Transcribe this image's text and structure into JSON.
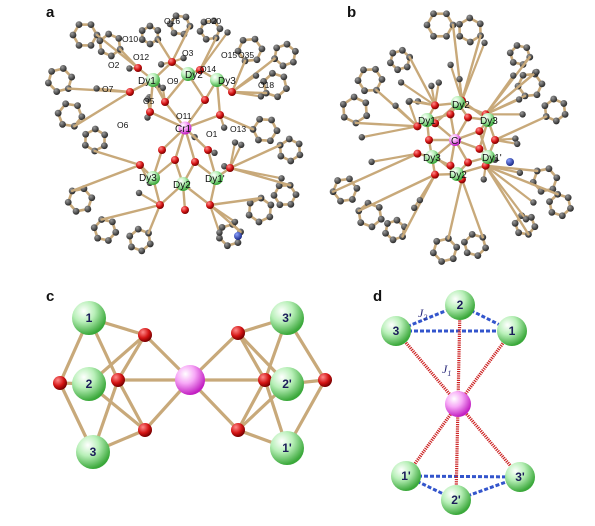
{
  "panels": {
    "a": {
      "label": "a",
      "atoms": [
        "O16",
        "O20",
        "O10",
        "O3",
        "O15",
        "O35",
        "O12",
        "O14",
        "O2",
        "Dy1",
        "O9",
        "Dy2",
        "Dy3",
        "O18",
        "O7",
        "O5",
        "O11",
        "O13",
        "O6",
        "Cr1",
        "O1",
        "Dy3",
        "Dy2",
        "Dy1'"
      ]
    },
    "b": {
      "label": "b",
      "atoms": [
        "Dy2",
        "Dy1",
        "Dy3",
        "Cr",
        "Dy3",
        "Dy1'",
        "Dy2"
      ]
    },
    "c": {
      "label": "c",
      "nodes": [
        "1",
        "2",
        "3",
        "3'",
        "2'",
        "1'"
      ]
    },
    "d": {
      "label": "d",
      "nodes": [
        "2",
        "3",
        "1",
        "1'",
        "2'",
        "3'"
      ],
      "j2": "J",
      "j2_sub": "2",
      "j1": "J",
      "j1_sub": "1"
    }
  },
  "colors": {
    "bond": "#c8a97a",
    "carbon": "#4a4a4a",
    "oxygen": "#cc1111",
    "nitrogen": "#2244aa",
    "dysprosium": "#a8e6a8",
    "chromium": "#ee66ee",
    "j1_bond": "#cc2222",
    "j2_dash": "#3355cc"
  }
}
